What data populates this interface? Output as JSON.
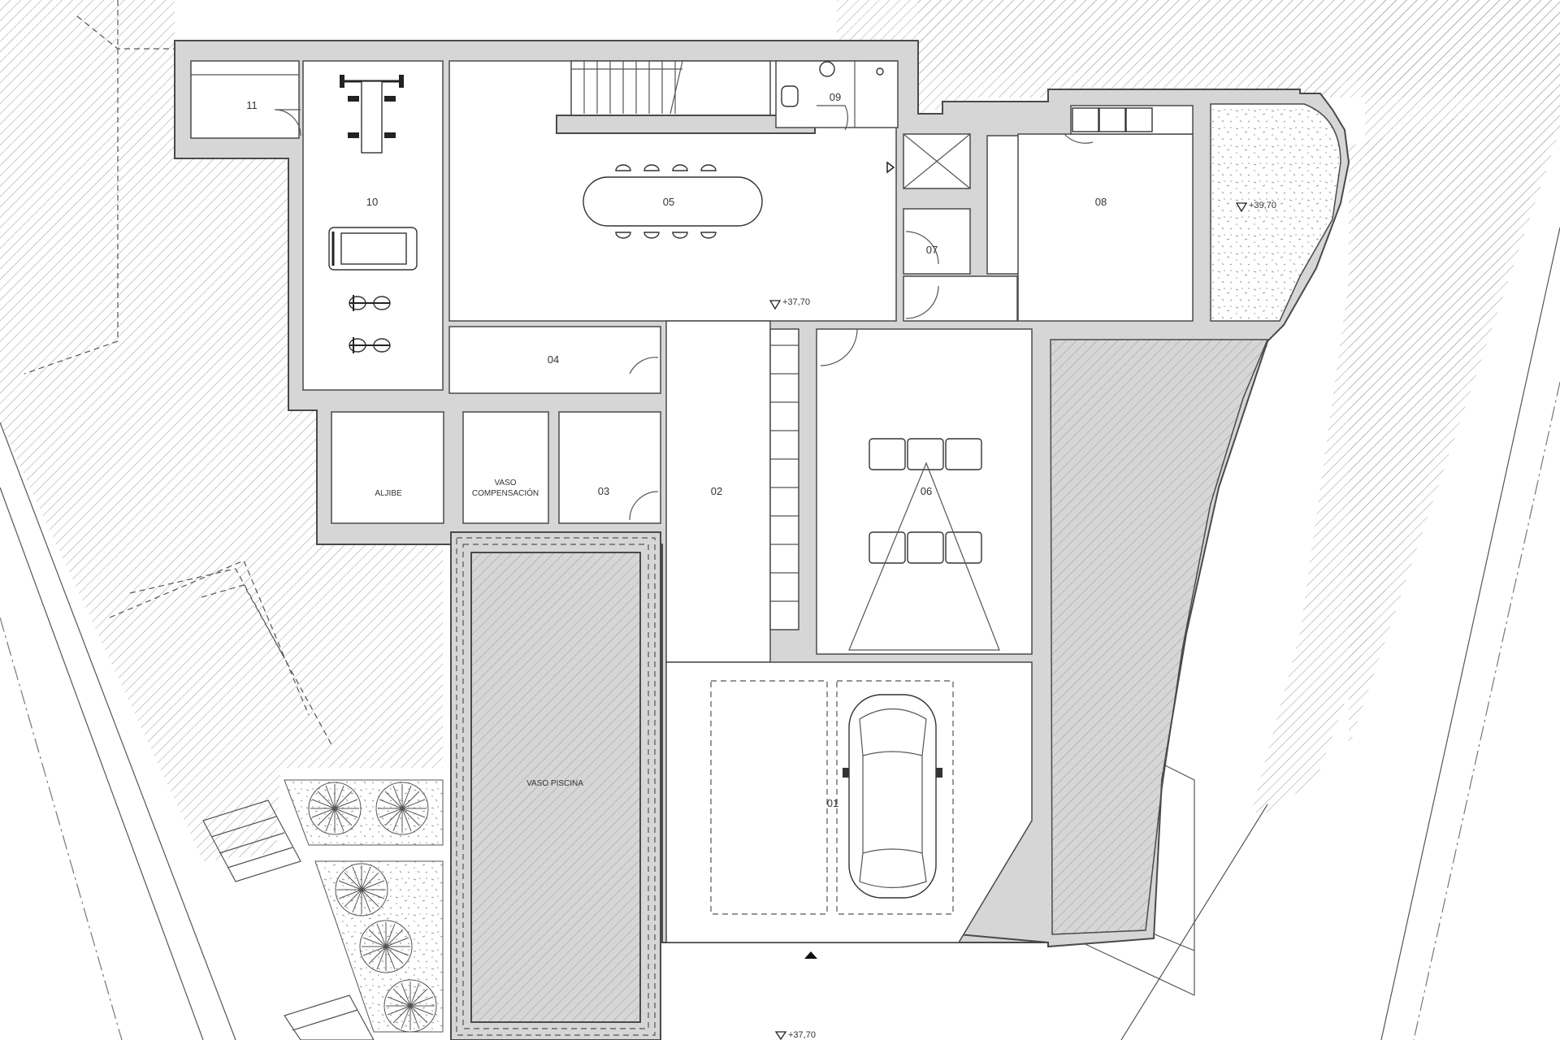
{
  "rooms": {
    "r01": "01",
    "r02": "02",
    "r03": "03",
    "r04": "04",
    "r05": "05",
    "r06": "06",
    "r07": "07",
    "r08": "08",
    "r09": "09",
    "r10": "10",
    "r11": "11",
    "aljibe": "ALJIBE",
    "vaso_comp_1": "VASO",
    "vaso_comp_2": "COMPENSACIÓN",
    "vaso_piscina": "VASO PISCINA"
  },
  "levels": {
    "dining": "+37,70",
    "garden": "+39,70",
    "entrance": "+37,70"
  },
  "colors": {
    "wall_fill": "#d6d6d6",
    "line": "#4a4a4a",
    "background": "#ffffff"
  },
  "icons": [
    "treadmill-icon",
    "weight-bench-icon",
    "exercise-bike-icon",
    "car-icon",
    "tree-icon",
    "stair-icon",
    "toilet-icon",
    "sink-icon",
    "dining-table-icon",
    "armchair-icon"
  ]
}
